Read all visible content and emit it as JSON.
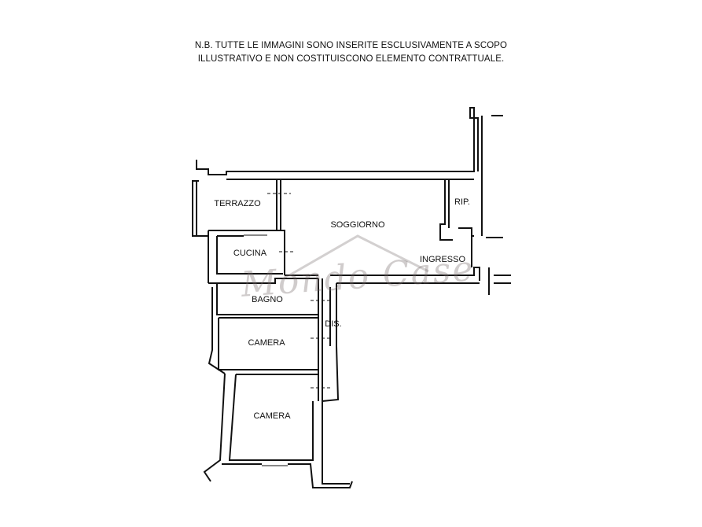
{
  "disclaimer": {
    "line1": "N.B. TUTTE LE IMMAGINI SONO INSERITE ESCLUSIVAMENTE A SCOPO",
    "line2": "ILLUSTRATIVO E NON COSTITUISCONO ELEMENTO CONTRATTUALE."
  },
  "watermark": {
    "text": "Mondo Case",
    "color": "#8a7f80"
  },
  "rooms": [
    {
      "id": "terrazzo",
      "label": "TERRAZZO"
    },
    {
      "id": "soggiorno",
      "label": "SOGGIORNO"
    },
    {
      "id": "rip",
      "label": "RIP."
    },
    {
      "id": "ingresso",
      "label": "INGRESSO"
    },
    {
      "id": "cucina",
      "label": "CUCINA"
    },
    {
      "id": "bagno",
      "label": "BAGNO"
    },
    {
      "id": "dis",
      "label": "DIS."
    },
    {
      "id": "camera1",
      "label": "CAMERA"
    },
    {
      "id": "camera2",
      "label": "CAMERA"
    }
  ],
  "colors": {
    "wall": "#111111",
    "background": "#ffffff"
  }
}
